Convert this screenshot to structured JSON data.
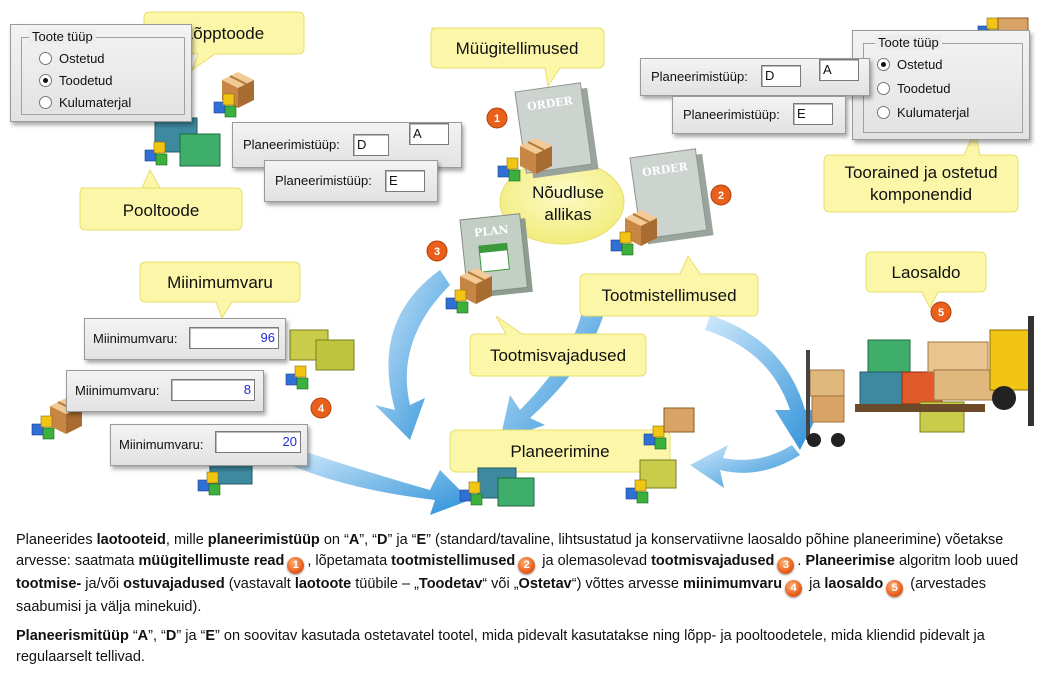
{
  "callouts": {
    "loopptoode": "Lõpptoode",
    "pooltoode": "Pooltoode",
    "myygitellimused": "Müügitellimused",
    "tooraine_line1": "Toorained  ja ostetud",
    "tooraine_line2": "komponendid",
    "miinimumvaru": "Miinimumvaru",
    "laosaldo": "Laosaldo",
    "tootmistellimused": "Tootmistellimused",
    "tootmisvajadused": "Tootmisvajadused",
    "planeerimine": "Planeerimine",
    "noudluse_line1": "Nõudluse",
    "noudluse_line2": "allikas"
  },
  "doc_labels": {
    "order": "ORDER",
    "plan": "PLAN"
  },
  "badges": [
    "1",
    "2",
    "3",
    "4",
    "5"
  ],
  "toote_tyyp": {
    "title": "Toote tüüp",
    "options": [
      "Ostetud",
      "Toodetud",
      "Kulumaterjal"
    ],
    "left_selected": "Toodetud",
    "right_selected": "Ostetud"
  },
  "planning_fields": {
    "label": "Planeerimistüüp:",
    "left_top_value": "D",
    "left_top_extra": "A",
    "left_bottom_value": "E",
    "right_top_value": "D",
    "right_top_extra": "A",
    "right_bottom_value": "E"
  },
  "min_fields": {
    "label": "Miinimumvaru:",
    "values": [
      "96",
      "8",
      "20"
    ]
  },
  "text": {
    "p1": {
      "s1": "Planeerides ",
      "b1": "laotooteid",
      "s2": ", mille ",
      "b2": "planeerimistüüp",
      "s3": " on “",
      "bA": "A",
      "s4": "”, “",
      "bD": "D",
      "s5": "” ja “",
      "bE": "E",
      "s6": "” (standard/tavaline, lihtsustatud ja konservatiivne laosaldo põhine planeerimine) võetakse arvesse: saatmata ",
      "b3": "müügitellimuste read",
      "s7": ", lõpetamata ",
      "b4": "tootmistellimused",
      "s8": " ja olemasolevad ",
      "b5": "tootmisvajadused",
      "s9": ". ",
      "b6": "Planeerimise",
      "s10": " algoritm loob uued ",
      "b7": "tootmise-",
      "s11": " ja/või ",
      "b8": "ostuvajadused",
      "s12": " (vastavalt ",
      "b9": "laotoote",
      "s13": " tüübile – „",
      "b10": "Toodetav",
      "s14": "“ või „",
      "b11": "Ostetav",
      "s15": "“) võttes arvesse ",
      "b12": "miinimumvaru",
      "s16": " ja ",
      "b13": "laosaldo",
      "s17": " (arvestades saabumisi ja välja minekuid)."
    },
    "p2": {
      "b1": "Planeerismitüüp",
      "s1": " “",
      "bA": "A",
      "s2": "”, “",
      "bD": "D",
      "s3": "” ja “",
      "bE": "E",
      "s4": "” on soovitav kasutada ostetavatel tootel, mida pidevalt kasutatakse ning lõpp- ja pooltoodetele, mida kliendid pidevalt ja regulaarselt tellivad."
    }
  },
  "colors": {
    "callout": "#fbf6a8",
    "arrow": "#3aa0de",
    "badge": "#e8601c",
    "cube_blue": "#2f6fd6",
    "cube_yellow": "#f2c414",
    "box_brown": "#c98a4a"
  }
}
